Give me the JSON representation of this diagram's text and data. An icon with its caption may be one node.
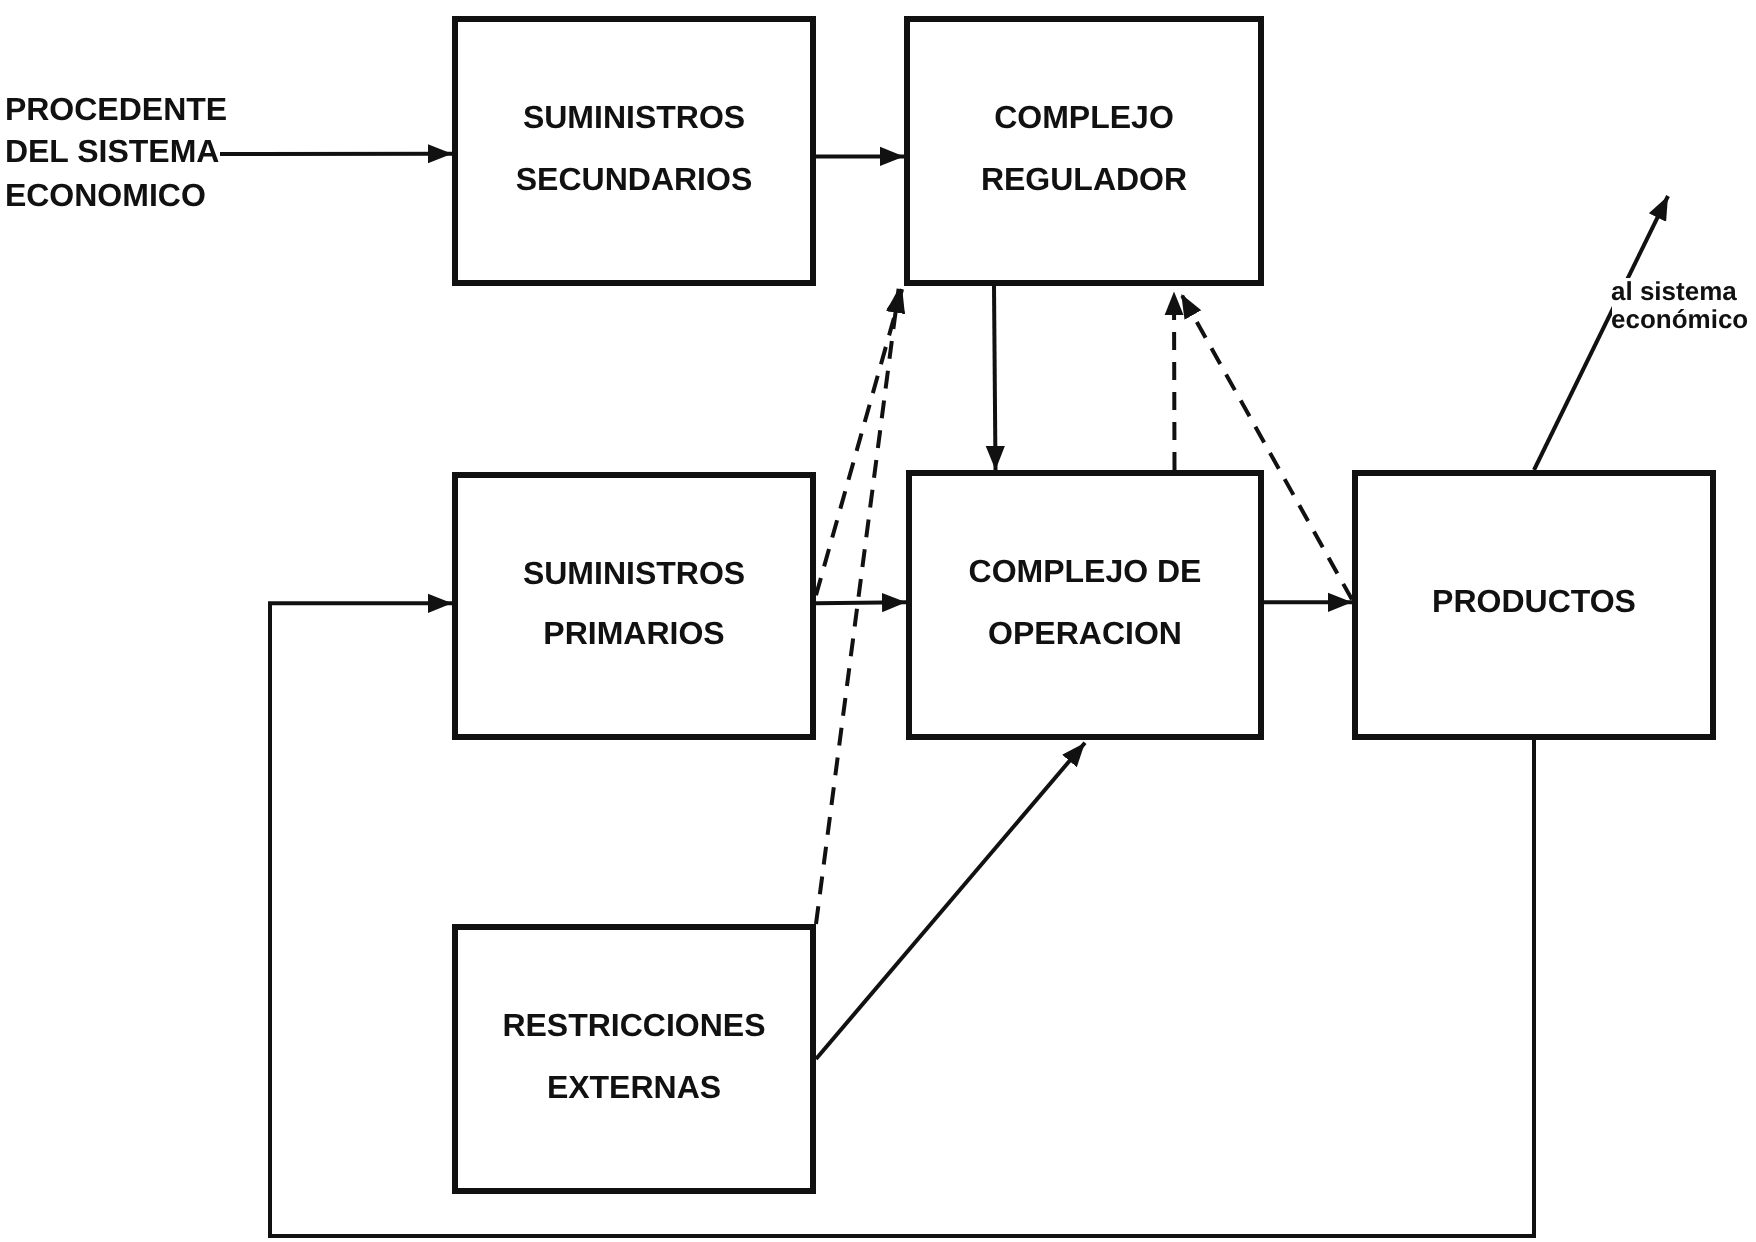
{
  "diagram": {
    "nodes": [
      {
        "text": [
          "PROCEDENTE DEL SISTEMA ECONOMICO"
        ]
      },
      {
        "text": [
          "SUMINISTROS SECUNDARIOS"
        ]
      },
      {
        "text": [
          "COMPLEJO REGULADOR"
        ]
      },
      {
        "text": [
          "SUMINISTROS PRIMARIOS"
        ]
      },
      {
        "text": [
          "COMPLEJO DE OPERACION"
        ]
      },
      {
        "text": [
          "PRODUCTOS"
        ]
      },
      {
        "text": [
          "RESTRICCIONES EXTERNAS"
        ]
      }
    ],
    "edges": [
      {
        "from": 0,
        "to": 1,
        "arrow": "to"
      },
      {
        "from": 1,
        "to": 2,
        "arrow": "to"
      },
      {
        "from": 2,
        "to": 4,
        "arrow": "to"
      },
      {
        "from": 3,
        "to": 4,
        "arrow": "to"
      },
      {
        "from": 4,
        "to": 5,
        "arrow": "to"
      },
      {
        "from": 3,
        "to": 2,
        "arrow": "to",
        "style": "dashed"
      },
      {
        "from": 6,
        "to": 2,
        "arrow": "to",
        "style": "dashed"
      },
      {
        "from": 4,
        "to": 2,
        "arrow": "to",
        "style": "dashed"
      },
      {
        "from": 5,
        "to": 2,
        "arrow": "to",
        "style": "dashed"
      },
      {
        "from": 6,
        "to": 4,
        "arrow": "to"
      },
      {
        "from": 5,
        "to": null,
        "arrow": "to",
        "label": "al sistema económico"
      },
      {
        "from": 5,
        "to": 3,
        "arrow": "to"
      }
    ]
  }
}
